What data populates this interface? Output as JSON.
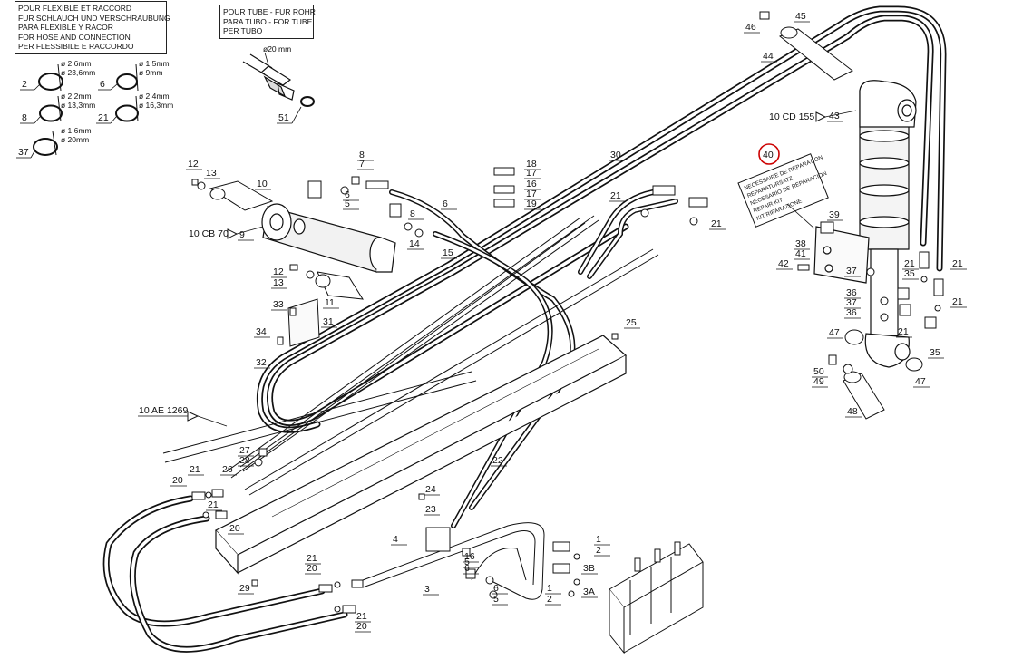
{
  "legend_hose": {
    "lines": [
      "POUR FLEXIBLE ET RACCORD",
      "FUR SCHLAUCH UND VERSCHRAUBUNG",
      "PARA FLEXIBLE Y RACOR",
      "FOR HOSE AND CONNECTION",
      "PER FLESSIBILE E RACCORDO"
    ]
  },
  "legend_tube": {
    "lines": [
      "POUR TUBE - FUR ROHR",
      "PARA TUBO - FOR TUBE",
      "PER TUBO"
    ]
  },
  "tube_fitting": {
    "diameter": "ø20 mm",
    "label": "51"
  },
  "seals": [
    {
      "label": "2",
      "d1": "ø 2,6mm",
      "d2": "ø 23,6mm"
    },
    {
      "label": "6",
      "d1": "ø 1,5mm",
      "d2": "ø 9mm"
    },
    {
      "label": "8",
      "d1": "ø 2,2mm",
      "d2": "ø 13,3mm"
    },
    {
      "label": "21",
      "d1": "ø 2,4mm",
      "d2": "ø 16,3mm"
    },
    {
      "label": "37",
      "d1": "ø 1,6mm",
      "d2": "ø 20mm"
    }
  ],
  "refs": {
    "cd": "10 CD 155",
    "cb": "10 CB 70",
    "ae": "10 AE 1269"
  },
  "repair_kit": {
    "label": "40",
    "lines": [
      "NECESSAIRE DE REPARATION",
      "REPARATURSATZ",
      "NECESARIO DE REPARACION",
      "REPAIR KIT",
      "KIT RIPARAZIONE"
    ]
  },
  "callouts": {
    "c1": "1",
    "c2": "2",
    "c3": "3",
    "c3a": "3A",
    "c3b": "3B",
    "c4": "4",
    "c5": "5",
    "c6": "6",
    "c7": "7",
    "c8": "8",
    "c9": "9",
    "c10": "10",
    "c11": "11",
    "c12": "12",
    "c13": "13",
    "c14": "14",
    "c15": "15",
    "c16": "16",
    "c17": "17",
    "c18": "18",
    "c19": "19",
    "c20": "20",
    "c21": "21",
    "c22": "22",
    "c23": "23",
    "c24": "24",
    "c25": "25",
    "c26": "26",
    "c27": "27",
    "c28": "28",
    "c29": "29",
    "c30": "30",
    "c31": "31",
    "c32": "32",
    "c33": "33",
    "c34": "34",
    "c35": "35",
    "c36": "36",
    "c37": "37",
    "c38": "38",
    "c39": "39",
    "c41": "41",
    "c42": "42",
    "c43": "43",
    "c44": "44",
    "c45": "45",
    "c46": "46",
    "c47": "47",
    "c48": "48",
    "c49": "49",
    "c50": "50"
  },
  "colors": {
    "line": "#111111",
    "highlight": "#cc0000",
    "background": "#ffffff"
  }
}
